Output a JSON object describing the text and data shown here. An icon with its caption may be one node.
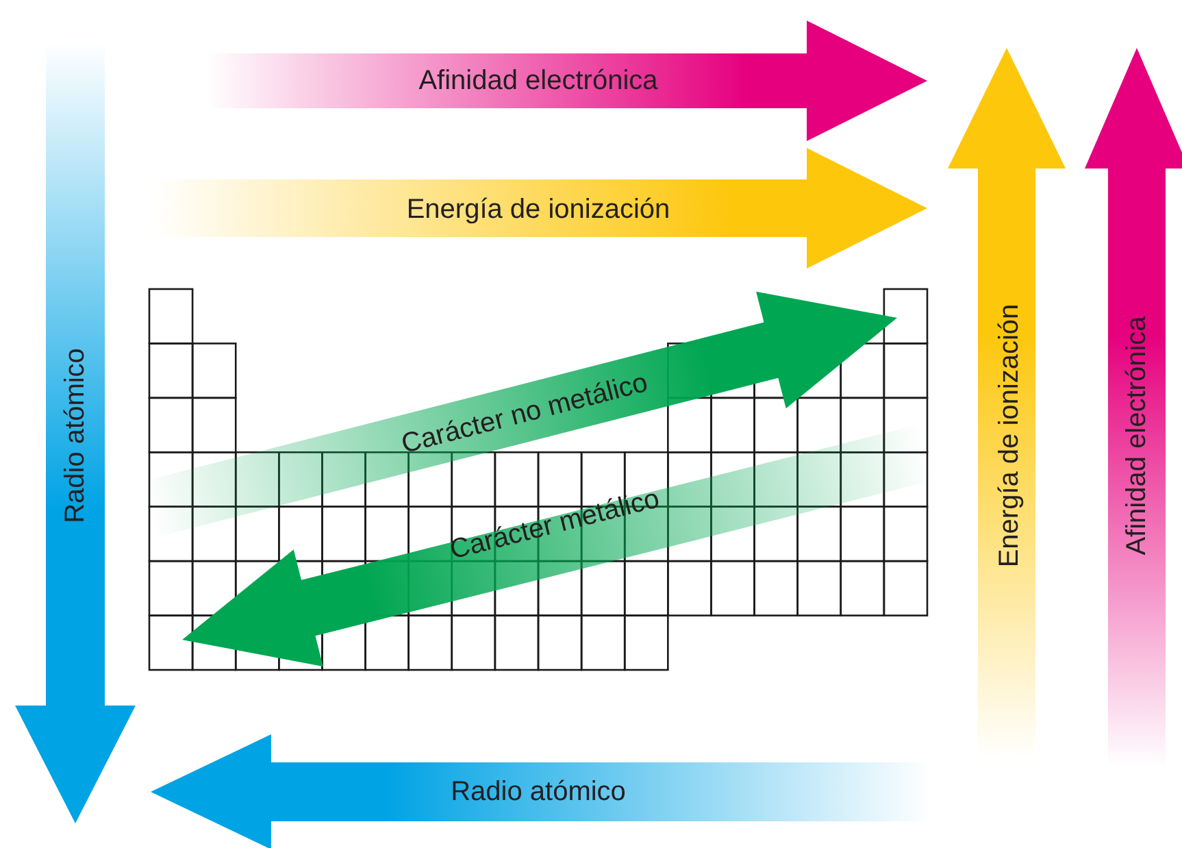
{
  "diagram": {
    "labels": [
      "Afinidad electrónica",
      "Energía de ionización",
      "Radio atómico",
      "Carácter no metálico",
      "Carácter metálico",
      "Energía de ionización",
      "Afinidad electrónica",
      "Radio atómico"
    ]
  }
}
